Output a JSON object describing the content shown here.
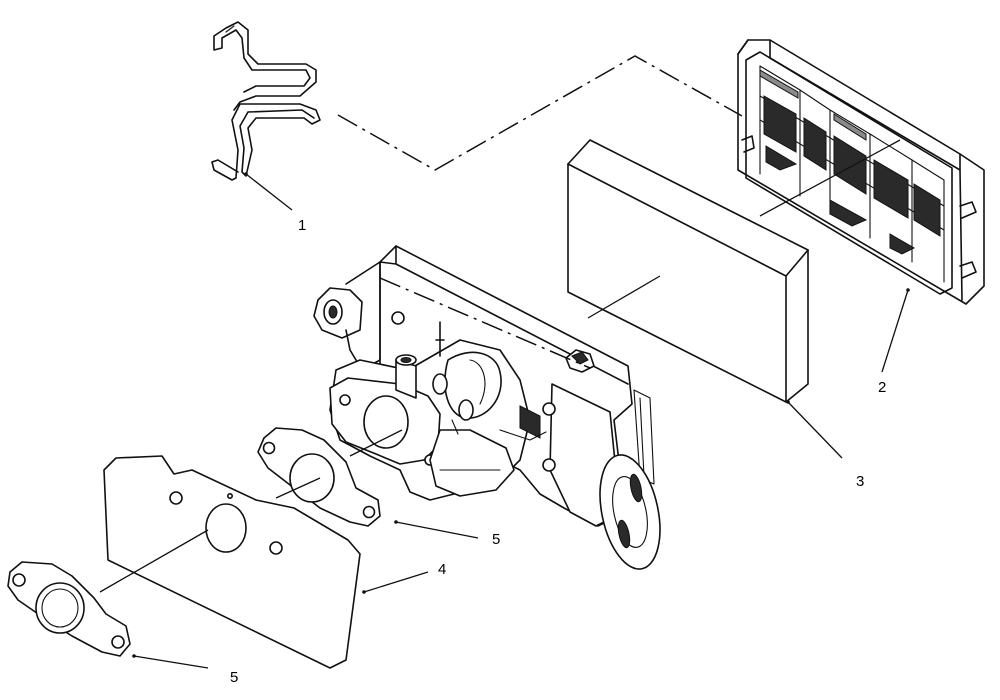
{
  "callouts": [
    {
      "label": "1"
    },
    {
      "label": "2"
    },
    {
      "label": "3"
    },
    {
      "label": "4"
    },
    {
      "label": "5"
    },
    {
      "label": "5"
    }
  ]
}
